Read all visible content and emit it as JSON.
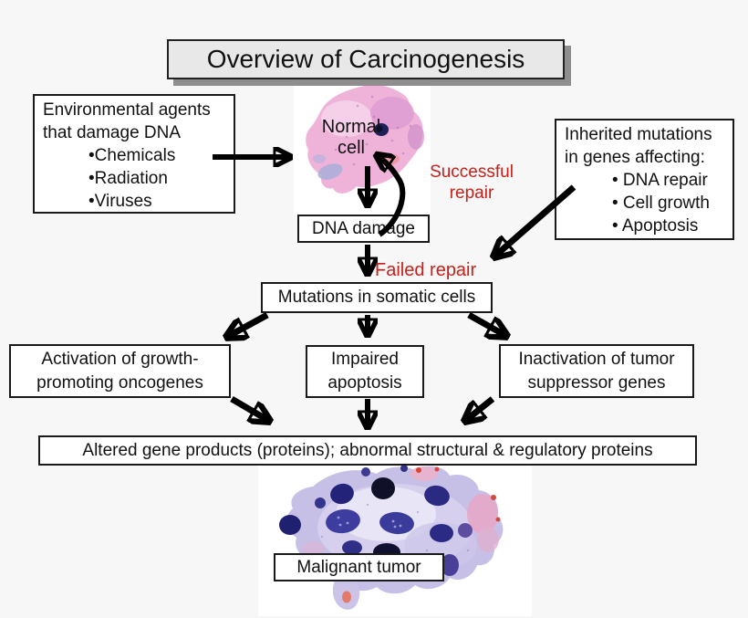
{
  "title": {
    "label": "Overview of Carcinogenesis"
  },
  "boxes": {
    "environmental": {
      "lines": [
        "Environmental agents",
        "that damage DNA"
      ],
      "bullets": [
        "•Chemicals",
        "•Radiation",
        "•Viruses"
      ]
    },
    "inherited": {
      "lines": [
        "Inherited mutations",
        "in genes affecting:"
      ],
      "bullets": [
        "• DNA repair",
        "• Cell growth",
        "• Apoptosis"
      ]
    },
    "dna_damage": {
      "label": "DNA damage"
    },
    "mutations": {
      "label": "Mutations in somatic cells"
    },
    "oncogenes": {
      "lines": [
        "Activation of growth-",
        "promoting oncogenes"
      ]
    },
    "apoptosis": {
      "lines": [
        "Impaired",
        "apoptosis"
      ]
    },
    "suppressor": {
      "lines": [
        "Inactivation of tumor",
        "suppressor genes"
      ]
    },
    "altered": {
      "label": "Altered gene products (proteins); abnormal structural & regulatory proteins"
    },
    "malignant": {
      "label": "Malignant tumor"
    }
  },
  "annotations": {
    "normal_cell": {
      "label": "Normal cell"
    },
    "successful_repair": {
      "label": "Successful repair"
    },
    "failed_repair": {
      "label": "Failed repair"
    }
  },
  "colors": {
    "annotation_red": "#c8201a",
    "title_fill": "#e8e8e8",
    "title_shadow": "#8e8e8e",
    "box_border": "#1a1a1a",
    "arrow": "#000000",
    "background": "#f7f7f7"
  }
}
